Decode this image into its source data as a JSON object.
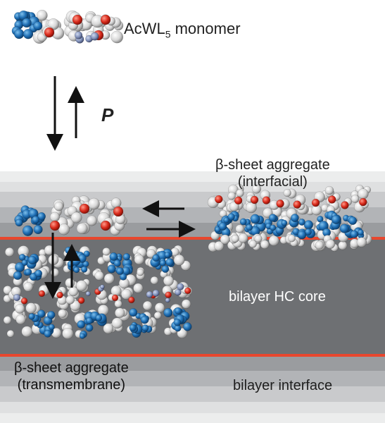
{
  "monomer": {
    "label": "AcWL",
    "subscript": "5",
    "suffix": " monomer"
  },
  "partition": {
    "label": "P"
  },
  "interfacial_aggregate": {
    "line1": "β-sheet aggregate",
    "line2": "(interfacial)"
  },
  "transmembrane_aggregate": {
    "line1": "β-sheet aggregate",
    "line2": "(transmembrane)"
  },
  "core": {
    "label": "bilayer HC core"
  },
  "interface": {
    "label": "bilayer interface"
  },
  "colors": {
    "core": "#6e7073",
    "band_mid": "#9a9c9f",
    "band_light": "#c6c8ca",
    "water": "#e6e7e8",
    "membrane_line": "#e8472e",
    "trp": "#1f6fb5",
    "oxygen": "#d92b1c",
    "carbon": "#dcdcdc"
  }
}
